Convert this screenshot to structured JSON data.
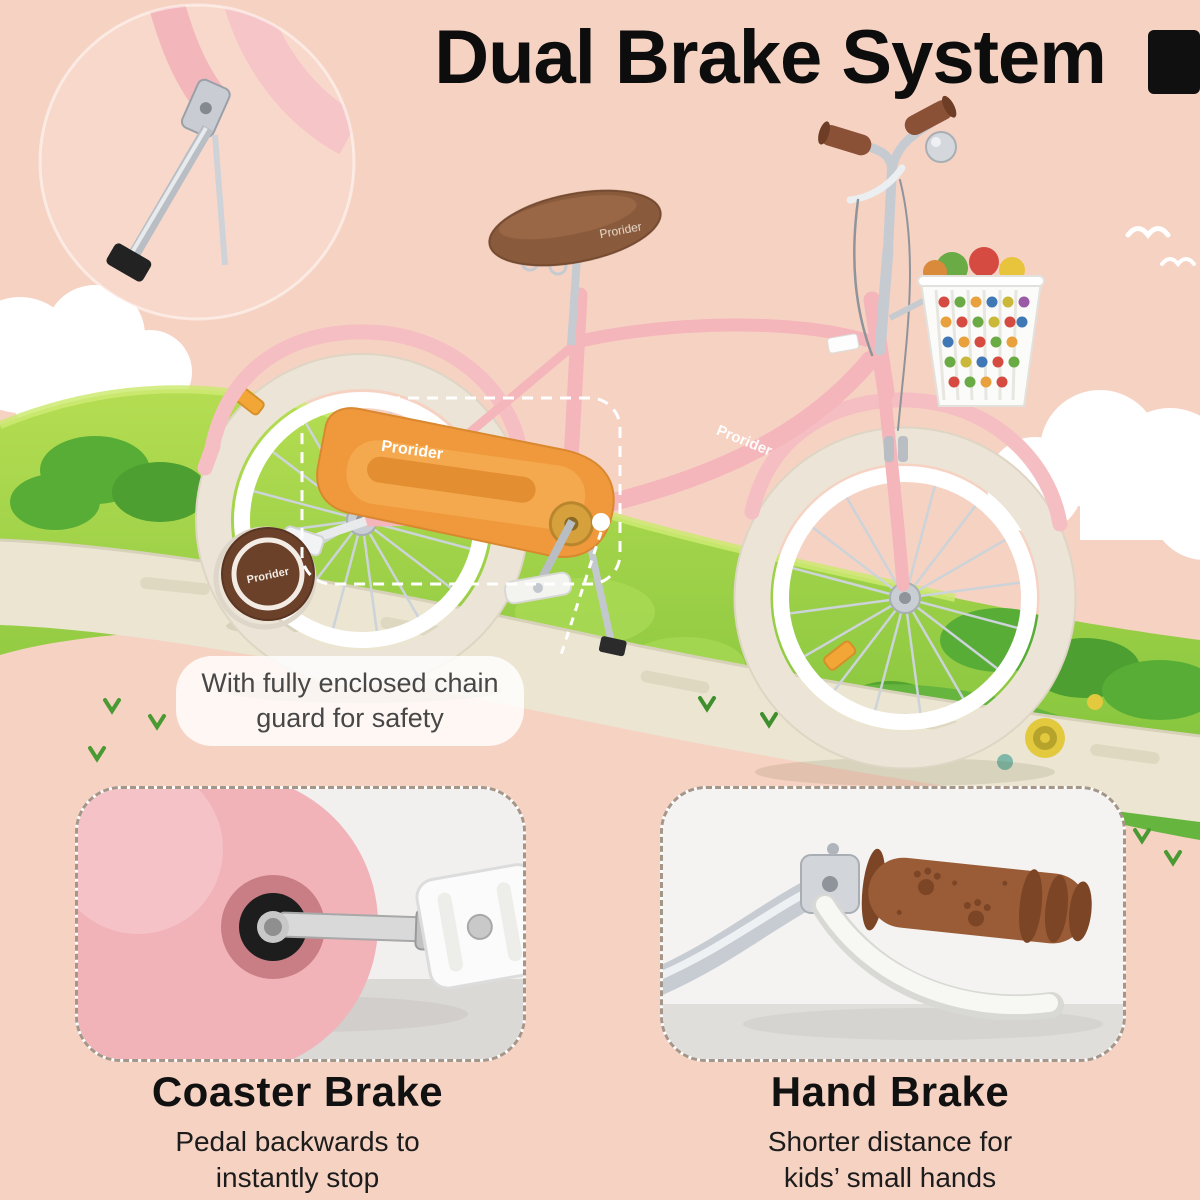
{
  "title": "Dual Brake System",
  "brand": "Prorider",
  "callout": {
    "line1": "With fully enclosed chain",
    "line2": "guard for safety"
  },
  "features": {
    "coaster": {
      "heading": "Coaster Brake",
      "desc1": "Pedal backwards to",
      "desc2": "instantly stop"
    },
    "hand": {
      "heading": "Hand Brake",
      "desc1": "Shorter distance for",
      "desc2": "kids’ small hands"
    }
  },
  "colors": {
    "background_pink": "#f6d2c3",
    "grass_green": "#8fca3f",
    "grass_dark": "#57ad36",
    "path_beige": "#ebe5d2",
    "bike_pink": "#f4b6ba",
    "chain_guard_orange": "#f0993c",
    "saddle_brown": "#8a5a3c",
    "grip_brown": "#9a5c36",
    "title_black": "#101010",
    "cloud_white": "#ffffff"
  }
}
